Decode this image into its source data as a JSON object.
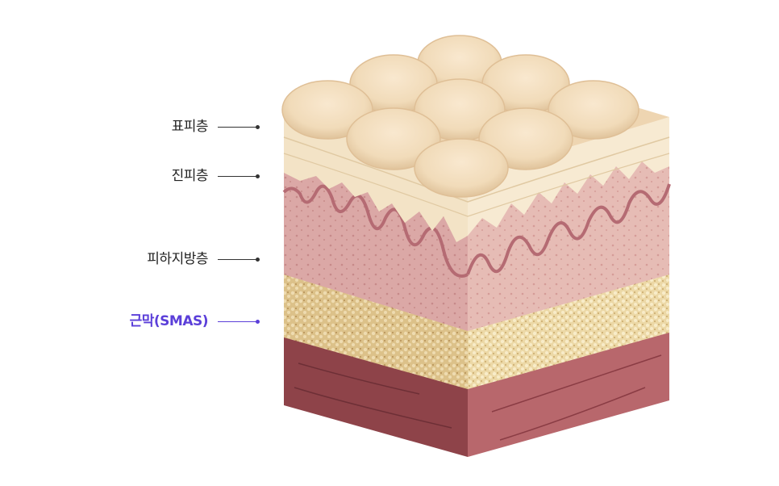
{
  "layers": [
    {
      "label": "표피층",
      "highlight": false
    },
    {
      "label": "진피층",
      "highlight": false
    },
    {
      "label": "피하지방층",
      "highlight": false
    },
    {
      "label": "근막(SMAS)",
      "highlight": true
    }
  ],
  "colors": {
    "epidermis": "#f3dfc1",
    "dermis": "#e2b3b0",
    "fat": "#e9d39b",
    "fascia": "#9b4f55",
    "highlight": "#5b3fd9"
  }
}
